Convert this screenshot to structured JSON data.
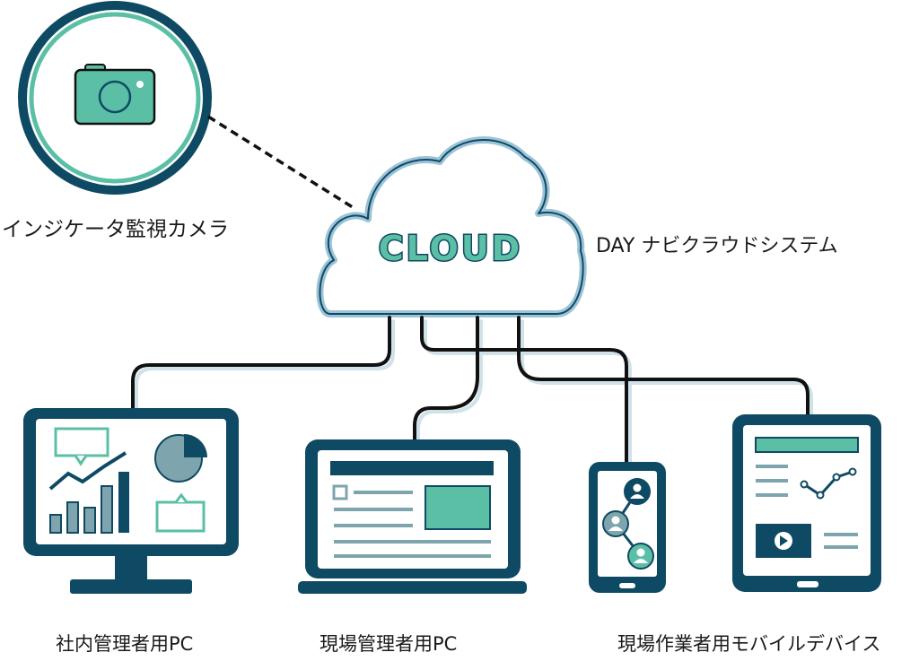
{
  "cloud": {
    "badge_text": "CLOUD",
    "system_label": "DAY ナビクラウドシステム"
  },
  "camera": {
    "label": "インジケータ監視カメラ",
    "icon": "camera-icon"
  },
  "devices": {
    "office_pc": {
      "label": "社内管理者用PC",
      "icon": "monitor-icon"
    },
    "site_pc": {
      "label": "現場管理者用PC",
      "icon": "laptop-icon"
    },
    "mobile": {
      "label": "現場作業者用モバイルデバイス",
      "icons": [
        "smartphone-icon",
        "tablet-icon"
      ]
    }
  },
  "colors": {
    "navy": "#0e4a63",
    "teal": "#5bbfa6",
    "slate": "#7ea5ad",
    "cloud_outline": "#9cc3d8",
    "line": "#111111"
  }
}
